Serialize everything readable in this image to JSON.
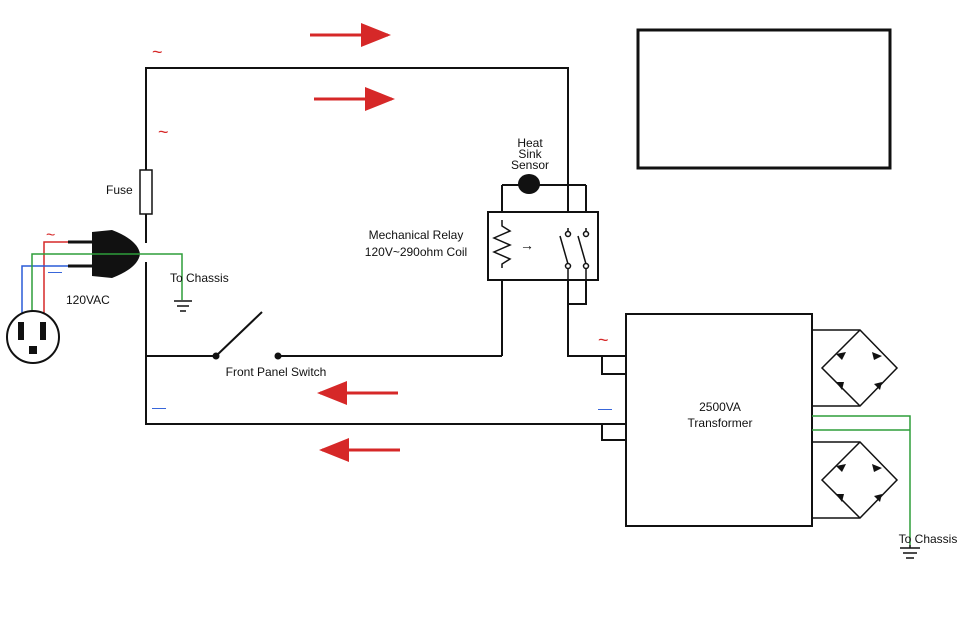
{
  "labels": {
    "fuse": "Fuse",
    "mains": "120VAC",
    "chassis_left": "To Chassis",
    "chassis_right": "To Chassis",
    "heat_sink_1": "Heat",
    "heat_sink_2": "Sink",
    "heat_sink_3": "Sensor",
    "relay_1": "Mechanical Relay",
    "relay_2": "120V~290ohm Coil",
    "switch": "Front Panel Switch",
    "transformer_1": "2500VA",
    "transformer_2": "Transformer"
  },
  "symbols": {
    "ac": "~",
    "neutral": "—",
    "relay_arrow": "→"
  },
  "colors": {
    "wire": "#111111",
    "arrow": "#d62828",
    "ac_symbol": "#d62828",
    "neutral_symbol": "#2a5bd7",
    "ground_wire": "#2e9e3a",
    "hot_wire": "#d62828",
    "neutral_wire": "#2a5bd7"
  }
}
